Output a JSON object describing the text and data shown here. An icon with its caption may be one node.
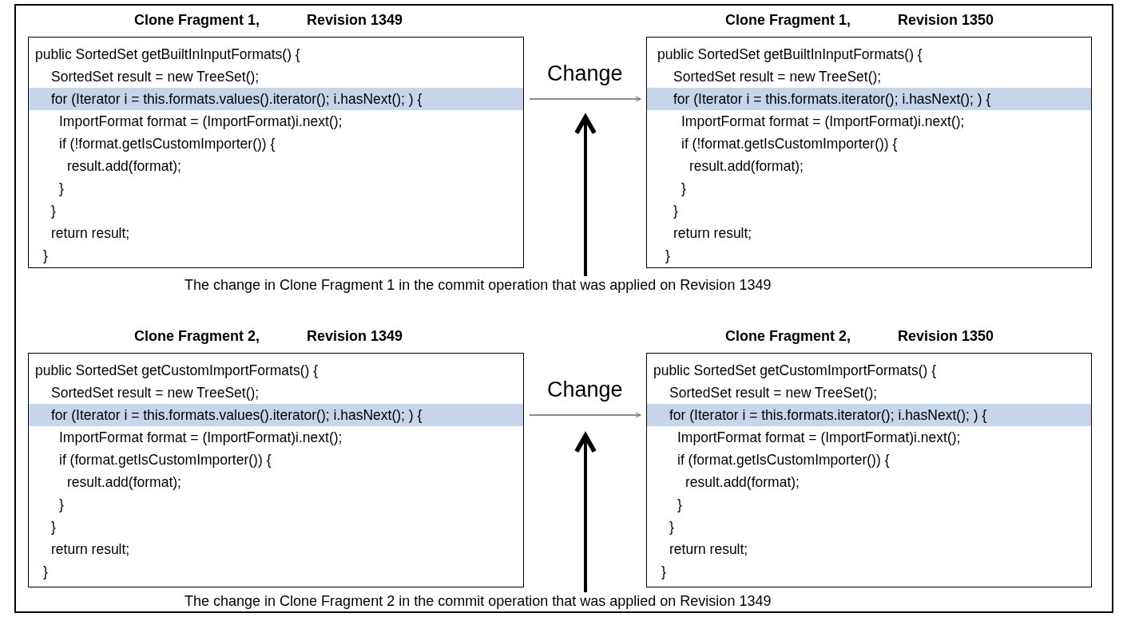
{
  "diagram": {
    "nodes": [
      {
        "text": [
          "Clone Fragment 1,",
          "Revision 1349",
          "public SortedSet getBuiltInInputFormats() {",
          "SortedSet result = new TreeSet();",
          "for (Iterator i = this.formats.values().iterator(); i.hasNext(); ) {",
          "ImportFormat format = (ImportFormat)i.next();",
          "if (!format.getIsCustomImporter()) {",
          "result.add(format);",
          "}",
          "}",
          "return result;",
          "}"
        ]
      },
      {
        "text": [
          "Clone Fragment 1,",
          "Revision 1350",
          "public SortedSet getBuiltInInputFormats() {",
          "SortedSet result = new TreeSet();",
          "for (Iterator i = this.formats.iterator(); i.hasNext(); ) {",
          "ImportFormat format = (ImportFormat)i.next();",
          "if (!format.getIsCustomImporter()) {",
          "result.add(format);",
          "}",
          "}",
          "return result;",
          "}"
        ]
      },
      {
        "text": [
          "The change in Clone Fragment 1 in the commit operation that was applied on Revision 1349"
        ]
      },
      {
        "text": [
          "Clone Fragment 2,",
          "Revision 1349",
          "public SortedSet getCustomImportFormats() {",
          "SortedSet result = new TreeSet();",
          "for (Iterator i = this.formats.values().iterator(); i.hasNext(); ) {",
          "ImportFormat format = (ImportFormat)i.next();",
          "if (format.getIsCustomImporter()) {",
          "result.add(format);",
          "}",
          "}",
          "return result;",
          "}"
        ]
      },
      {
        "text": [
          "Clone Fragment 2,",
          "Revision 1350",
          "public SortedSet getCustomImportFormats() {",
          "SortedSet result = new TreeSet();",
          "for (Iterator i = this.formats.iterator(); i.hasNext(); ) {",
          "ImportFormat format = (ImportFormat)i.next();",
          "if (format.getIsCustomImporter()) {",
          "result.add(format);",
          "}",
          "}",
          "return result;",
          "}"
        ]
      },
      {
        "text": [
          "The change in Clone Fragment 2 in the commit operation that was applied on Revision 1349"
        ]
      }
    ],
    "edges": [
      {
        "from": 0,
        "to": 1,
        "arrow": "to",
        "label": "Change"
      },
      {
        "from": 2,
        "to": null,
        "arrow": "to",
        "style": "thick",
        "color": "#000000"
      },
      {
        "from": 3,
        "to": 4,
        "arrow": "to",
        "label": "Change"
      },
      {
        "from": 5,
        "to": null,
        "arrow": "to",
        "style": "thick",
        "color": "#000000"
      }
    ]
  }
}
